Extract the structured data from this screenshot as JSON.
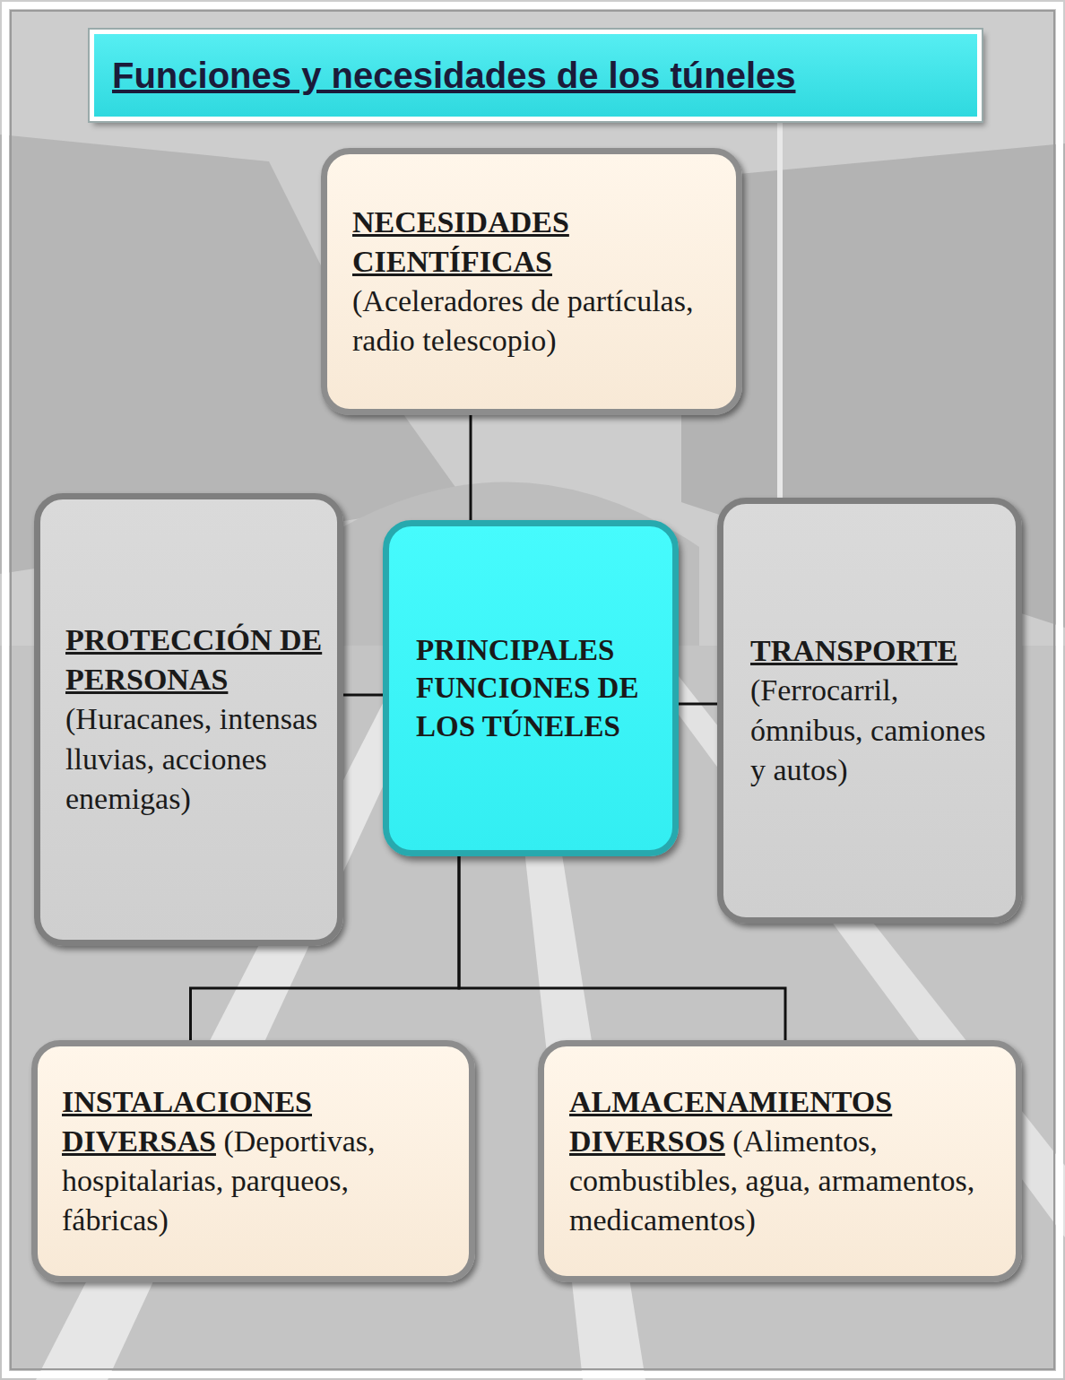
{
  "diagram": {
    "title": "Funciones y necesidades de los túneles",
    "nodes": [
      {
        "text": [
          "NECESIDADES CIENTÍFICAS",
          "(Aceleradores de partículas, radio telescopio)"
        ]
      },
      {
        "text": [
          "PROTECCIÓN DE PERSONAS",
          "(Huracanes, intensas lluvias, acciones enemigas)"
        ]
      },
      {
        "text": [
          "PRINCIPALES FUNCIONES DE LOS TÚNELES"
        ]
      },
      {
        "text": [
          "TRANSPORTE",
          "(Ferrocarril, ómnibus, camiones y autos)"
        ]
      },
      {
        "text": [
          "INSTALACIONES DIVERSAS",
          "(Deportivas, hospitalarias, parqueos, fábricas)"
        ]
      },
      {
        "text": [
          "ALMACENAMIENTOS DIVERSOS",
          "(Alimentos, combustibles, agua, armamentos, medicamentos)"
        ]
      }
    ],
    "edges": [
      {
        "from": 2,
        "to": 0,
        "arrow": "none"
      },
      {
        "from": 2,
        "to": 1,
        "arrow": "none"
      },
      {
        "from": 2,
        "to": 3,
        "arrow": "none"
      },
      {
        "from": 2,
        "to": 4,
        "arrow": "none"
      },
      {
        "from": 2,
        "to": 5,
        "arrow": "none"
      }
    ]
  }
}
